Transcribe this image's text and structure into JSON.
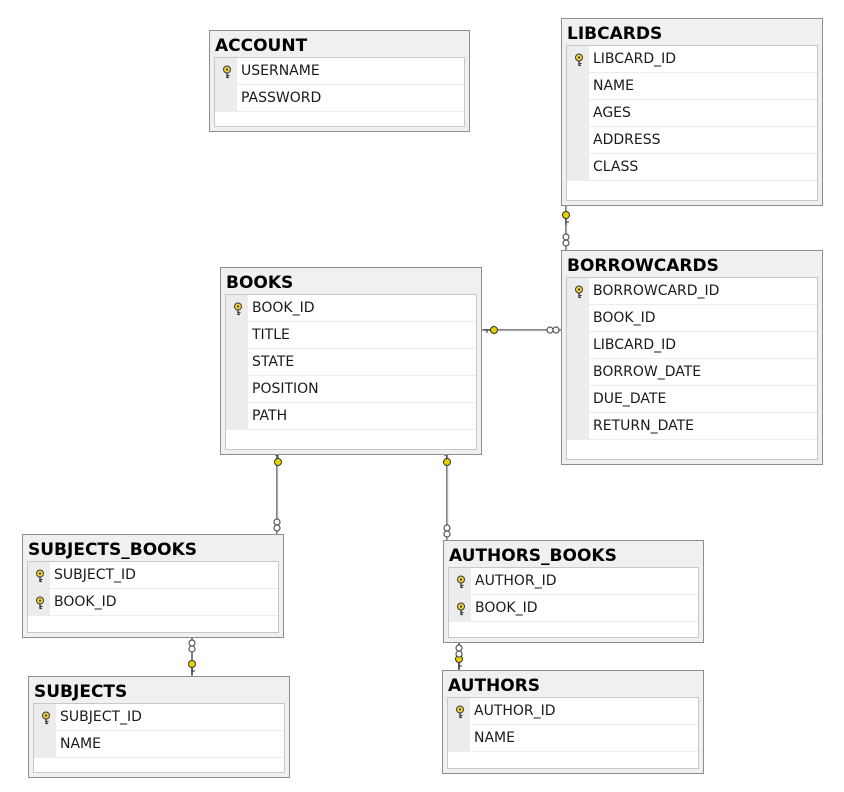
{
  "tables": {
    "account": {
      "name": "ACCOUNT",
      "columns": [
        {
          "name": "USERNAME",
          "key": true
        },
        {
          "name": "PASSWORD",
          "key": false
        }
      ]
    },
    "libcards": {
      "name": "LIBCARDS",
      "columns": [
        {
          "name": "LIBCARD_ID",
          "key": true
        },
        {
          "name": "NAME",
          "key": false
        },
        {
          "name": "AGES",
          "key": false
        },
        {
          "name": "ADDRESS",
          "key": false
        },
        {
          "name": "CLASS",
          "key": false
        }
      ]
    },
    "books": {
      "name": "BOOKS",
      "columns": [
        {
          "name": "BOOK_ID",
          "key": true
        },
        {
          "name": "TITLE",
          "key": false
        },
        {
          "name": "STATE",
          "key": false
        },
        {
          "name": "POSITION",
          "key": false
        },
        {
          "name": "PATH",
          "key": false
        }
      ]
    },
    "borrowcards": {
      "name": "BORROWCARDS",
      "columns": [
        {
          "name": "BORROWCARD_ID",
          "key": true
        },
        {
          "name": "BOOK_ID",
          "key": false
        },
        {
          "name": "LIBCARD_ID",
          "key": false
        },
        {
          "name": "BORROW_DATE",
          "key": false
        },
        {
          "name": "DUE_DATE",
          "key": false
        },
        {
          "name": "RETURN_DATE",
          "key": false
        }
      ]
    },
    "subjects_books": {
      "name": "SUBJECTS_BOOKS",
      "columns": [
        {
          "name": "SUBJECT_ID",
          "key": true
        },
        {
          "name": "BOOK_ID",
          "key": true
        }
      ]
    },
    "authors_books": {
      "name": "AUTHORS_BOOKS",
      "columns": [
        {
          "name": "AUTHOR_ID",
          "key": true
        },
        {
          "name": "BOOK_ID",
          "key": true
        }
      ]
    },
    "subjects": {
      "name": "SUBJECTS",
      "columns": [
        {
          "name": "SUBJECT_ID",
          "key": true
        },
        {
          "name": "NAME",
          "key": false
        }
      ]
    },
    "authors": {
      "name": "AUTHORS",
      "columns": [
        {
          "name": "AUTHOR_ID",
          "key": true
        },
        {
          "name": "NAME",
          "key": false
        }
      ]
    }
  },
  "colors": {
    "key_icon": "#f2d33a",
    "relationship_line": "#808080",
    "relationship_key_end": "#e6d200"
  },
  "icons": {
    "primary_key": "key-icon",
    "relationship_one_end": "key-icon",
    "relationship_many_end": "infinity-icon"
  }
}
